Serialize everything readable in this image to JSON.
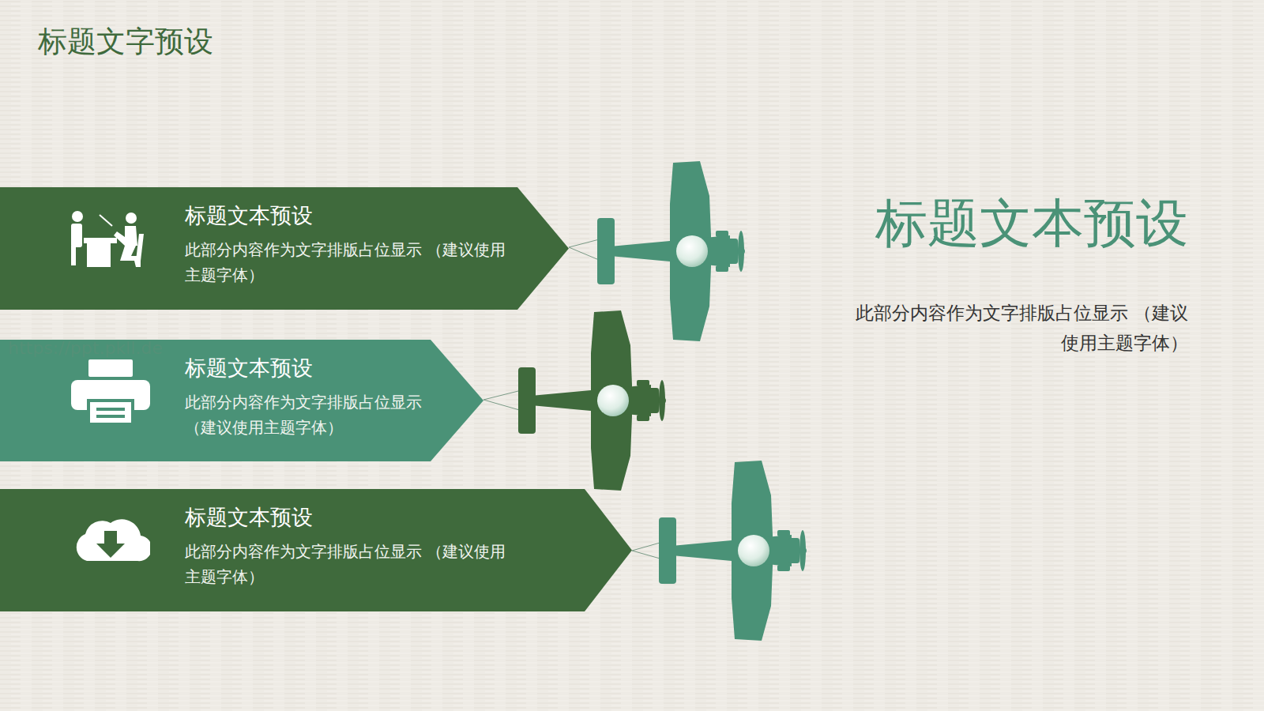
{
  "diagram": {
    "title": "标题文字预设",
    "nodes": [
      {
        "text": [
          "标题文本预设",
          "此部分内容作为文字排版占位显示 （建议使用主题字体）"
        ]
      },
      {
        "text": [
          "标题文本预设",
          "此部分内容作为文字排版占位显示 （建议使用主题字体）"
        ]
      },
      {
        "text": [
          "标题文本预设",
          "此部分内容作为文字排版占位显示 （建议使用主题字体）"
        ]
      }
    ],
    "labels": [
      "标题文本预设",
      "此部分内容作为文字排版占位显示 （建议使用主题字体）",
      "https://ppt.pkll.de"
    ]
  }
}
